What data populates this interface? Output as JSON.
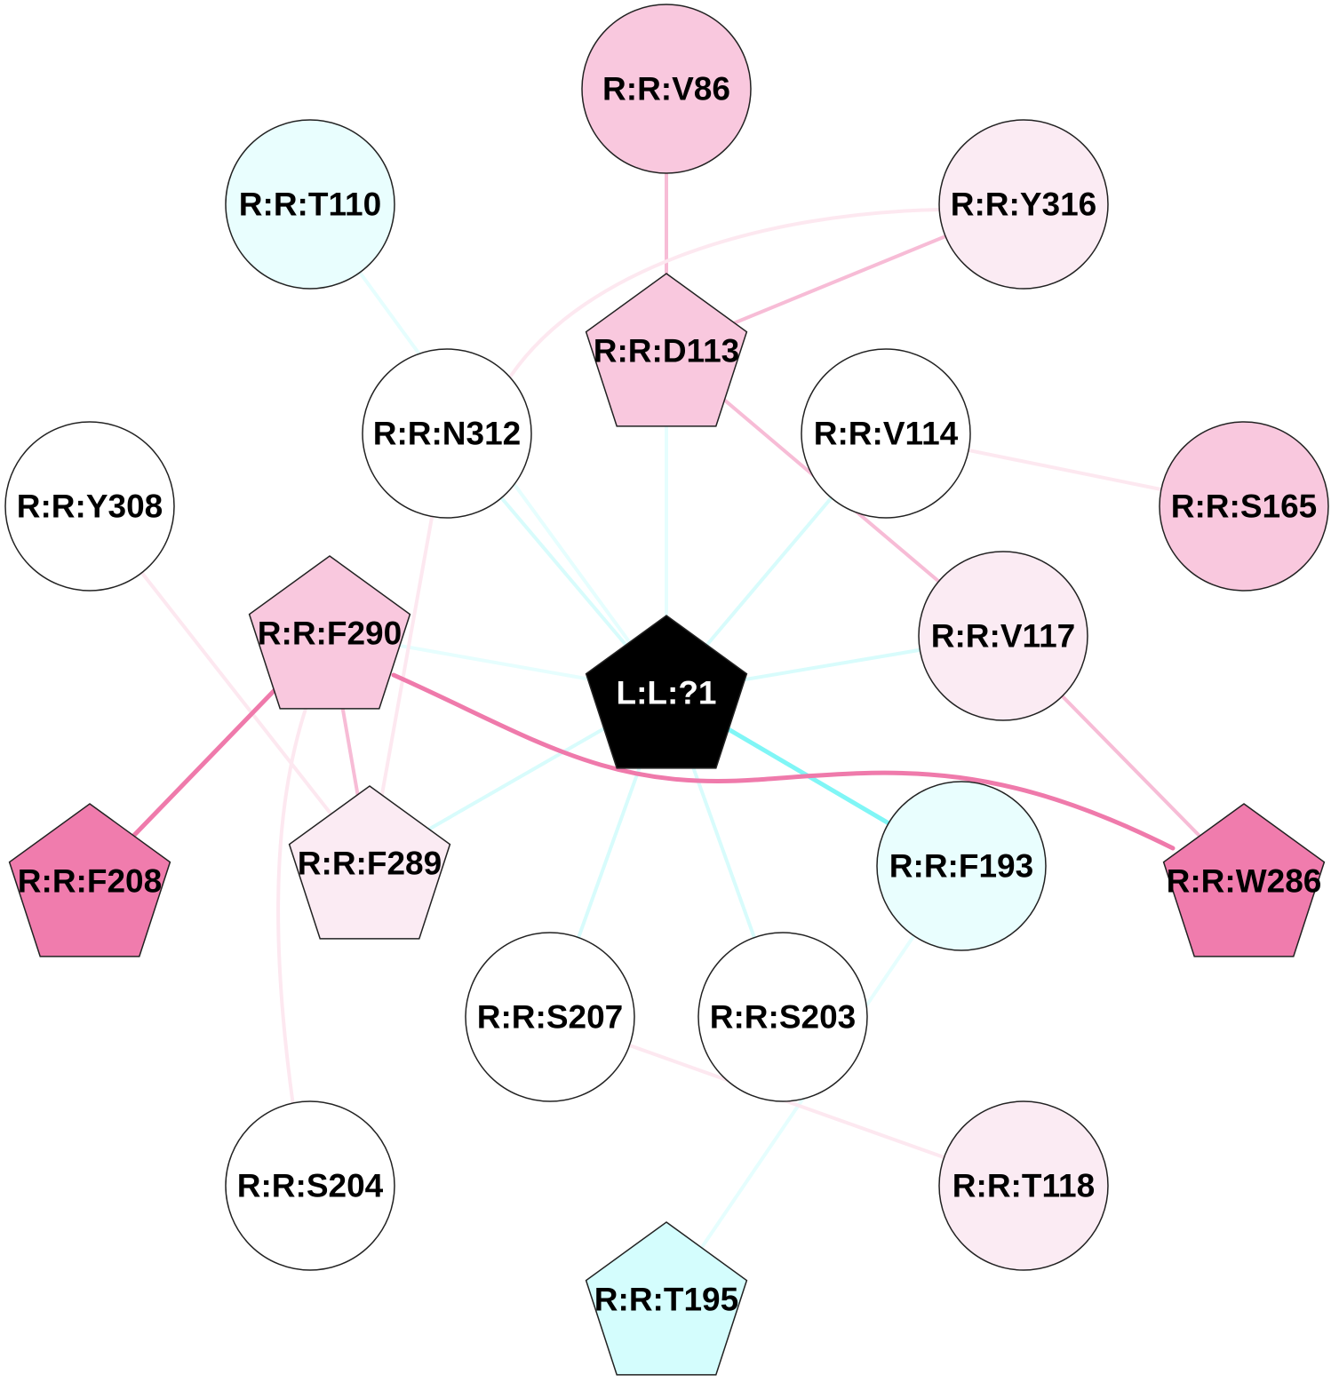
{
  "nodes": [
    {
      "id": "lig",
      "label": "L:L:?1",
      "shape": "pentagon",
      "fill": "#000000",
      "text_color": "#ffffff"
    },
    {
      "id": "V86",
      "label": "R:R:V86",
      "shape": "circle",
      "fill": "#f9c8de",
      "text_color": "#000000"
    },
    {
      "id": "T110",
      "label": "R:R:T110",
      "shape": "circle",
      "fill": "#e9fefe",
      "text_color": "#000000"
    },
    {
      "id": "Y316",
      "label": "R:R:Y316",
      "shape": "circle",
      "fill": "#fbebf3",
      "text_color": "#000000"
    },
    {
      "id": "D113",
      "label": "R:R:D113",
      "shape": "pentagon",
      "fill": "#f9c8de",
      "text_color": "#000000"
    },
    {
      "id": "N312",
      "label": "R:R:N312",
      "shape": "circle",
      "fill": "#ffffff",
      "text_color": "#000000"
    },
    {
      "id": "V114",
      "label": "R:R:V114",
      "shape": "circle",
      "fill": "#ffffff",
      "text_color": "#000000"
    },
    {
      "id": "Y308",
      "label": "R:R:Y308",
      "shape": "circle",
      "fill": "#ffffff",
      "text_color": "#000000"
    },
    {
      "id": "S165",
      "label": "R:R:S165",
      "shape": "circle",
      "fill": "#f9c8de",
      "text_color": "#000000"
    },
    {
      "id": "F290",
      "label": "R:R:F290",
      "shape": "pentagon",
      "fill": "#f9c8de",
      "text_color": "#000000"
    },
    {
      "id": "V117",
      "label": "R:R:V117",
      "shape": "circle",
      "fill": "#fbebf3",
      "text_color": "#000000"
    },
    {
      "id": "F208",
      "label": "R:R:F208",
      "shape": "pentagon",
      "fill": "#f07cad",
      "text_color": "#000000"
    },
    {
      "id": "F289",
      "label": "R:R:F289",
      "shape": "pentagon",
      "fill": "#fbebf3",
      "text_color": "#000000"
    },
    {
      "id": "F193",
      "label": "R:R:F193",
      "shape": "circle",
      "fill": "#e9fefe",
      "text_color": "#000000"
    },
    {
      "id": "W286",
      "label": "R:R:W286",
      "shape": "pentagon",
      "fill": "#f07cad",
      "text_color": "#000000"
    },
    {
      "id": "S207",
      "label": "R:R:S207",
      "shape": "circle",
      "fill": "#ffffff",
      "text_color": "#000000"
    },
    {
      "id": "S203",
      "label": "R:R:S203",
      "shape": "circle",
      "fill": "#ffffff",
      "text_color": "#000000"
    },
    {
      "id": "S204",
      "label": "R:R:S204",
      "shape": "circle",
      "fill": "#ffffff",
      "text_color": "#000000"
    },
    {
      "id": "T118",
      "label": "R:R:T118",
      "shape": "circle",
      "fill": "#fbebf3",
      "text_color": "#000000"
    },
    {
      "id": "T195",
      "label": "R:R:T195",
      "shape": "pentagon",
      "fill": "#d4fdfd",
      "text_color": "#000000"
    }
  ],
  "edges": [
    {
      "source": "lig",
      "target": "T110",
      "color": "#e6fefe"
    },
    {
      "source": "lig",
      "target": "D113",
      "color": "#e6fefe"
    },
    {
      "source": "lig",
      "target": "N312",
      "color": "#d8fcfc"
    },
    {
      "source": "lig",
      "target": "V114",
      "color": "#d8fcfc"
    },
    {
      "source": "lig",
      "target": "F290",
      "color": "#e6fefe"
    },
    {
      "source": "lig",
      "target": "V117",
      "color": "#d8fcfc"
    },
    {
      "source": "lig",
      "target": "F289",
      "color": "#d8fcfc"
    },
    {
      "source": "lig",
      "target": "F193",
      "color": "#80f6f6"
    },
    {
      "source": "lig",
      "target": "S207",
      "color": "#d8fcfc"
    },
    {
      "source": "lig",
      "target": "S203",
      "color": "#d8fcfc"
    },
    {
      "source": "V86",
      "target": "D113",
      "color": "#f7bcd6"
    },
    {
      "source": "D113",
      "target": "Y316",
      "color": "#f7bcd6"
    },
    {
      "source": "D113",
      "target": "V117",
      "color": "#f7bcd6"
    },
    {
      "source": "Y316",
      "target": "N312",
      "color": "#fde8f0",
      "curved": true
    },
    {
      "source": "V114",
      "target": "S165",
      "color": "#fde8f0"
    },
    {
      "source": "V117",
      "target": "W286",
      "color": "#f7bcd6"
    },
    {
      "source": "N312",
      "target": "F289",
      "color": "#fde8f0"
    },
    {
      "source": "Y308",
      "target": "F289",
      "color": "#fde8f0"
    },
    {
      "source": "F290",
      "target": "F208",
      "color": "#ef7aab"
    },
    {
      "source": "F290",
      "target": "F289",
      "color": "#f7bcd6"
    },
    {
      "source": "F290",
      "target": "W286",
      "color": "#ef7aab",
      "curved": true
    },
    {
      "source": "F290",
      "target": "S204",
      "color": "#fde8f0",
      "curved": true
    },
    {
      "source": "F193",
      "target": "T195",
      "color": "#e6fefe"
    },
    {
      "source": "S207",
      "target": "T118",
      "color": "#fde8f0"
    }
  ]
}
